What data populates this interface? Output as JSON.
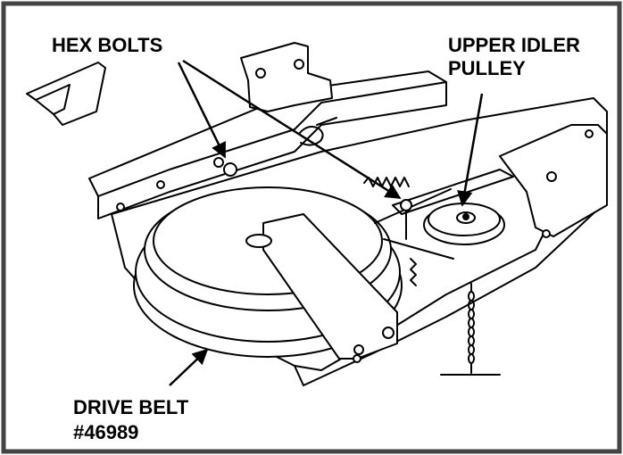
{
  "labels": {
    "hex_bolts": "HEX BOLTS",
    "upper_idler_line1": "UPPER IDLER",
    "upper_idler_line2": "PULLEY",
    "drive_belt_line1": "DRIVE BELT",
    "drive_belt_line2": "#46989"
  },
  "colors": {
    "ink": "#000000",
    "paper": "#ffffff",
    "frame": "#444444"
  }
}
